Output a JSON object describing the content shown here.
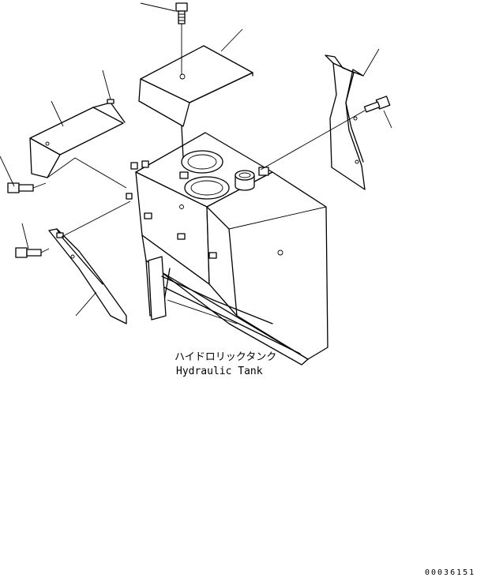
{
  "labels": {
    "jp_name": "ハイドロリックタンク",
    "en_name": "Hydraulic Tank",
    "figure_id": "00036151"
  },
  "colors": {
    "line": "#000000",
    "background": "#ffffff"
  }
}
